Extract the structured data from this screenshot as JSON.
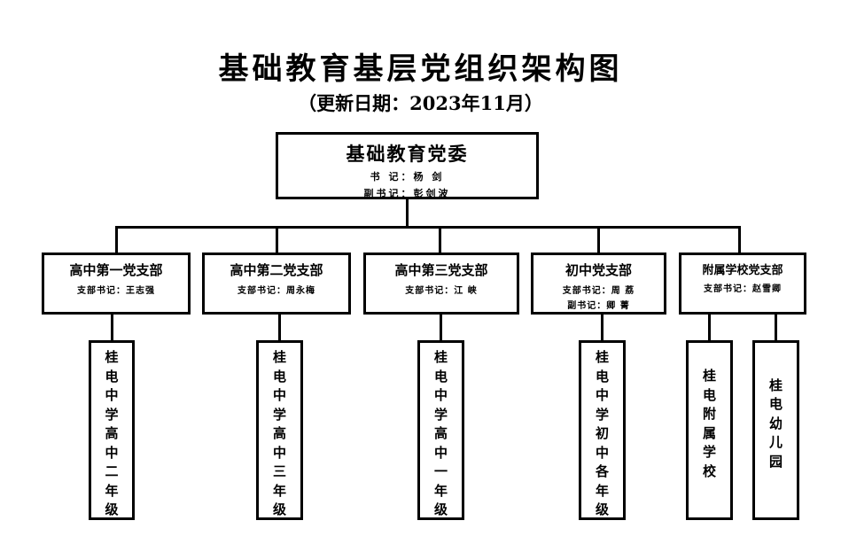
{
  "title": "基础教育基层党组织架构图",
  "subtitle": "（更新日期：2023年11月）",
  "root": {
    "name": "基础教育党委",
    "lines": [
      "书 记：杨 剑",
      "副书记：彭剑波"
    ]
  },
  "branches": [
    {
      "name": "高中第一党支部",
      "lines": [
        "支部书记：王志强"
      ],
      "units": [
        "桂电中学高中二年级"
      ]
    },
    {
      "name": "高中第二党支部",
      "lines": [
        "支部书记：周永梅"
      ],
      "units": [
        "桂电中学高中三年级"
      ]
    },
    {
      "name": "高中第三党支部",
      "lines": [
        "支部书记：江 峡"
      ],
      "units": [
        "桂电中学高中一年级"
      ]
    },
    {
      "name": "初中党支部",
      "lines": [
        "支部书记：周 荔",
        "副书记：卿 菁"
      ],
      "units": [
        "桂电中学初中各年级"
      ]
    },
    {
      "name": "附属学校党支部",
      "lines": [
        "支部书记：赵雪卿"
      ],
      "units": [
        "桂电附属学校",
        "桂电幼儿园"
      ]
    }
  ]
}
